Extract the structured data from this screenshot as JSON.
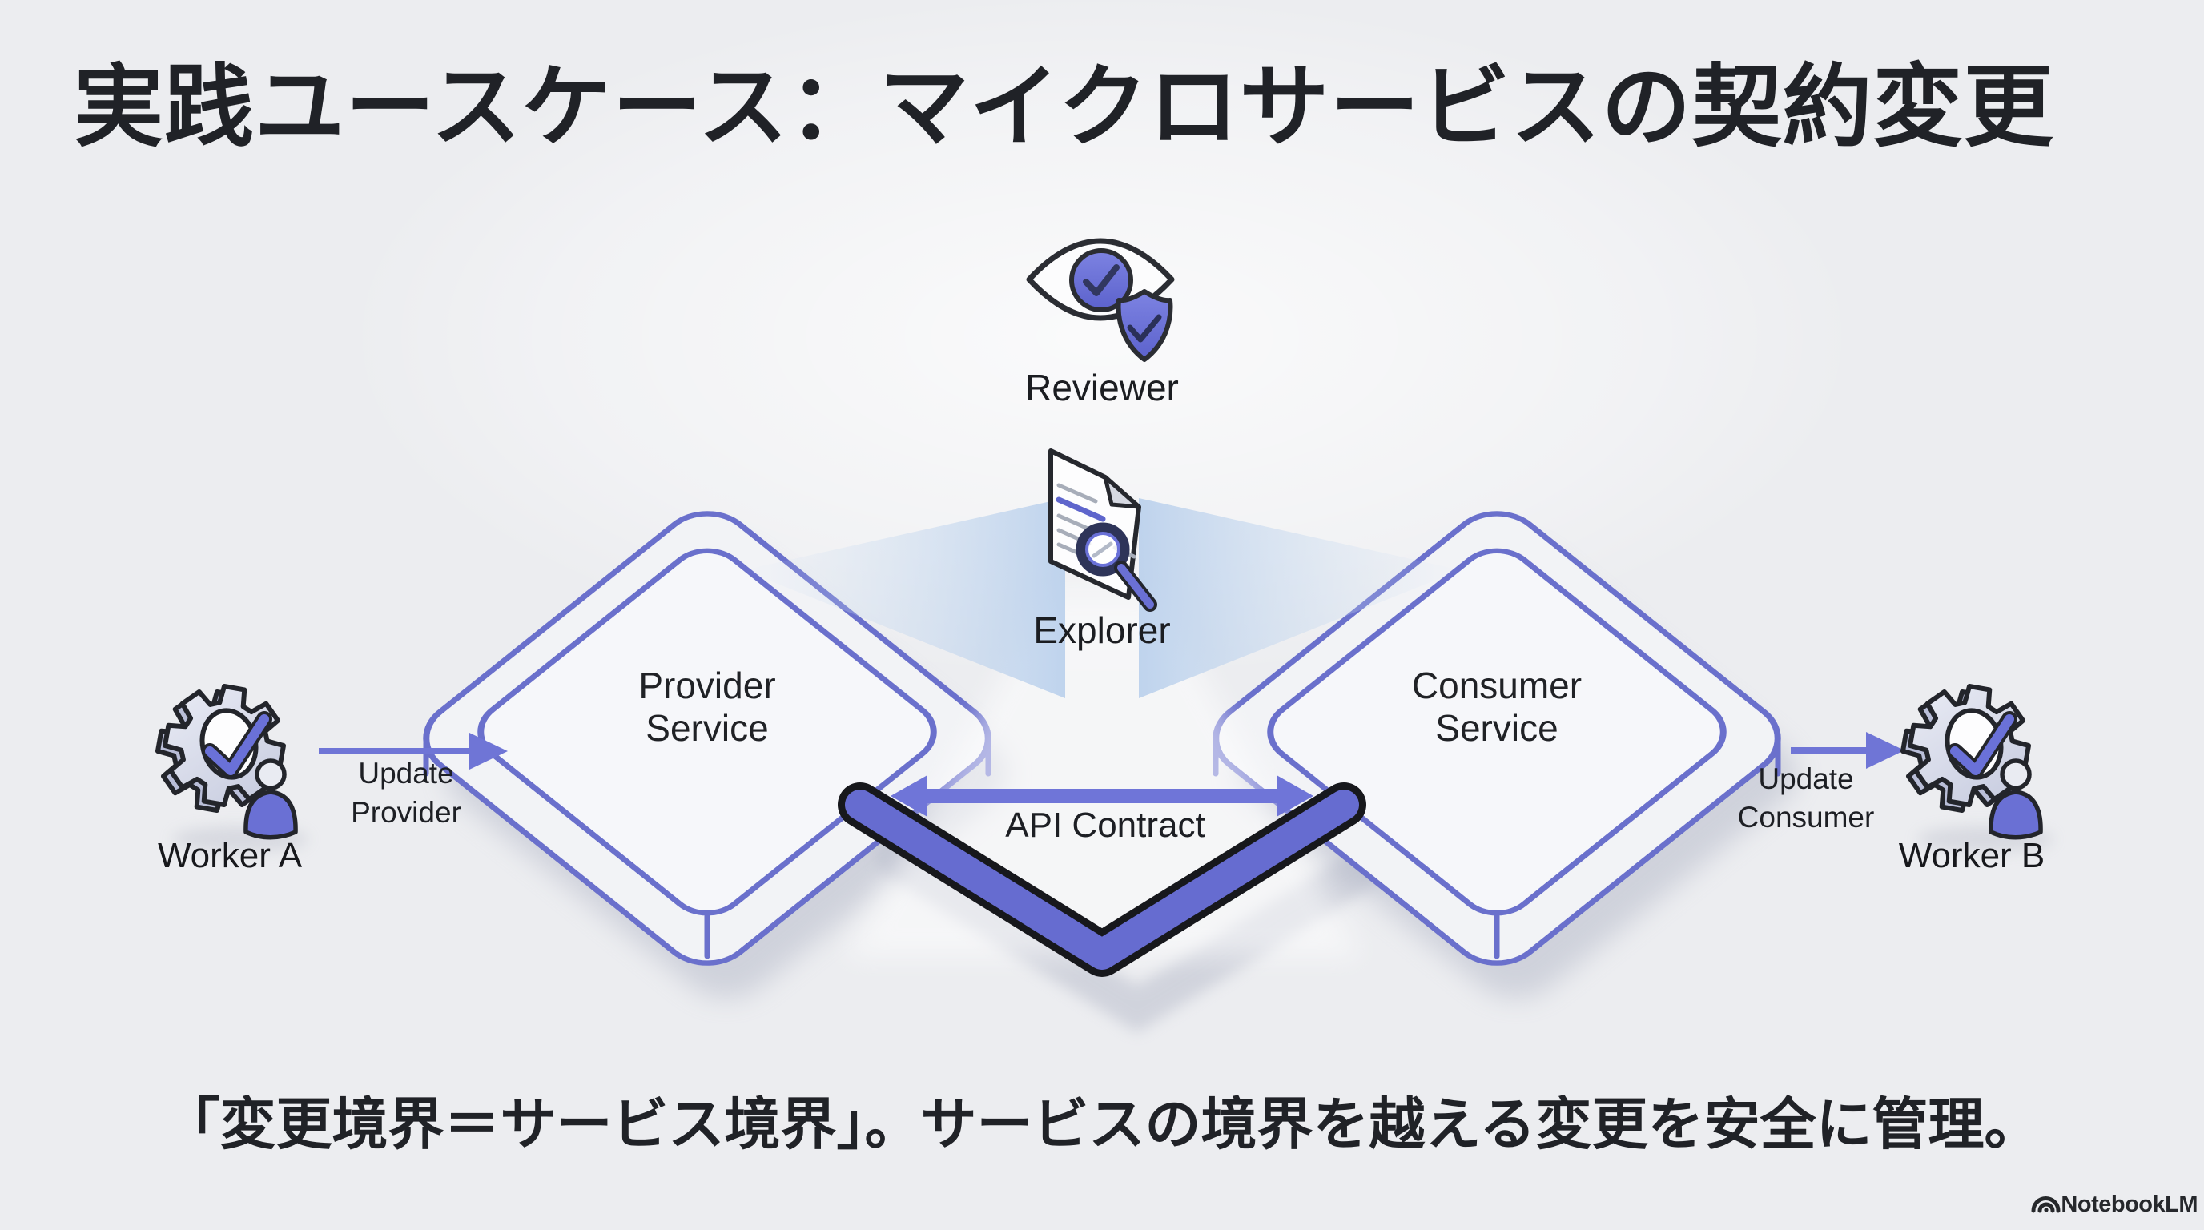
{
  "title": "実践ユースケース：マイクロサービスの契約変更",
  "caption": "「変更境界＝サービス境界」。サービスの境界を越える変更を安全に管理。",
  "watermark": {
    "brand": "NotebookLM"
  },
  "colors": {
    "background": "#ecedf0",
    "accent_purple": "#6a70d2",
    "diamond_stroke": "#6a70cc",
    "icon_outline": "#24262c",
    "navy_check": "#31375f",
    "beam_blue": "#b5cdeb",
    "text_dark": "#1b1d21"
  },
  "nodes": {
    "reviewer": {
      "label": "Reviewer",
      "icon": "eye-check-shield-icon"
    },
    "explorer": {
      "label": "Explorer",
      "icon": "document-magnifier-icon"
    },
    "provider": {
      "label_line1": "Provider",
      "label_line2": "Service"
    },
    "consumer": {
      "label_line1": "Consumer",
      "label_line2": "Service"
    },
    "worker_a": {
      "label": "Worker A",
      "icon": "gear-check-person-icon"
    },
    "worker_b": {
      "label": "Worker B",
      "icon": "gear-check-person-icon"
    }
  },
  "edges": {
    "update_provider": {
      "line1": "Update",
      "line2": "Provider"
    },
    "update_consumer": {
      "line1": "Update",
      "line2": "Consumer"
    },
    "api_contract": {
      "label": "API Contract"
    }
  }
}
